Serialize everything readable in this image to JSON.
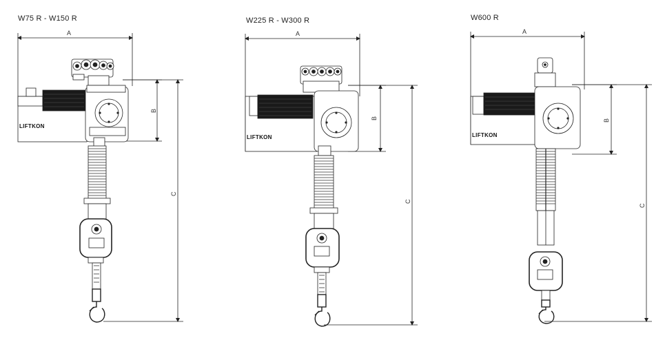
{
  "figures": [
    {
      "title": "W75 R - W150 R",
      "dims": {
        "a": "A",
        "b": "B",
        "c": "C"
      },
      "logo": "LIFTKON"
    },
    {
      "title": "W225 R - W300 R",
      "dims": {
        "a": "A",
        "b": "B",
        "c": "C"
      },
      "logo": "LIFTKON"
    },
    {
      "title": "W600 R",
      "dims": {
        "a": "A",
        "b": "B",
        "c": "C"
      },
      "logo": "LIFTKON"
    }
  ],
  "colors": {
    "line": "#222222",
    "motor_dark": "#1a1a1a",
    "body_fill": "#ffffff",
    "spring_stripe": "#555555"
  }
}
